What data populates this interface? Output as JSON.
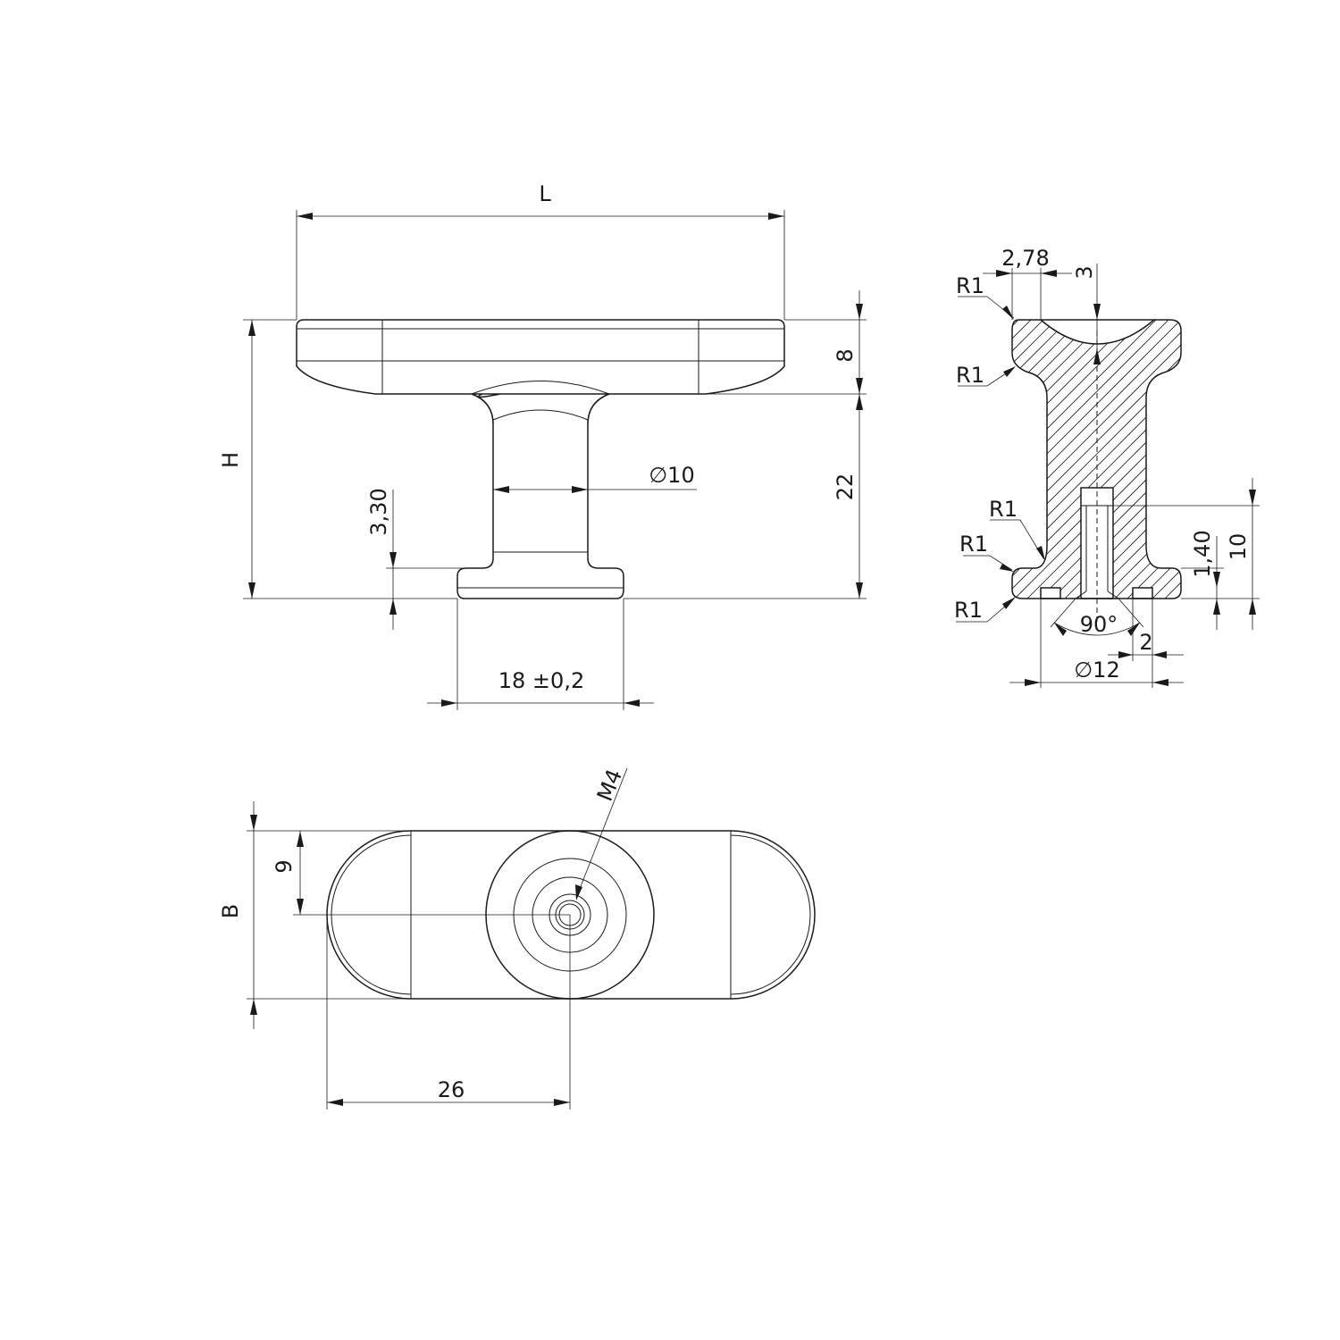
{
  "front_view": {
    "labels": {
      "length": "L",
      "height": "H",
      "head_thickness": "8",
      "stem_height": "22",
      "stem_diameter": "∅10",
      "base_height": "3,30",
      "base_width": "18 ±0,2"
    }
  },
  "section_view": {
    "labels": {
      "top_offset": "2,78",
      "recess_depth": "3",
      "radius_top_left": "R1",
      "radius_neck": "R1",
      "radius_stem": "R1",
      "radius_flange": "R1",
      "radius_bottom": "R1",
      "flange_height": "1,40",
      "thread_depth": "10",
      "countersink_angle": "90°",
      "groove_width": "2",
      "base_diameter": "∅12"
    }
  },
  "top_view": {
    "labels": {
      "thread": "M4",
      "half_width": "9",
      "width": "B",
      "center_offset": "26"
    }
  }
}
